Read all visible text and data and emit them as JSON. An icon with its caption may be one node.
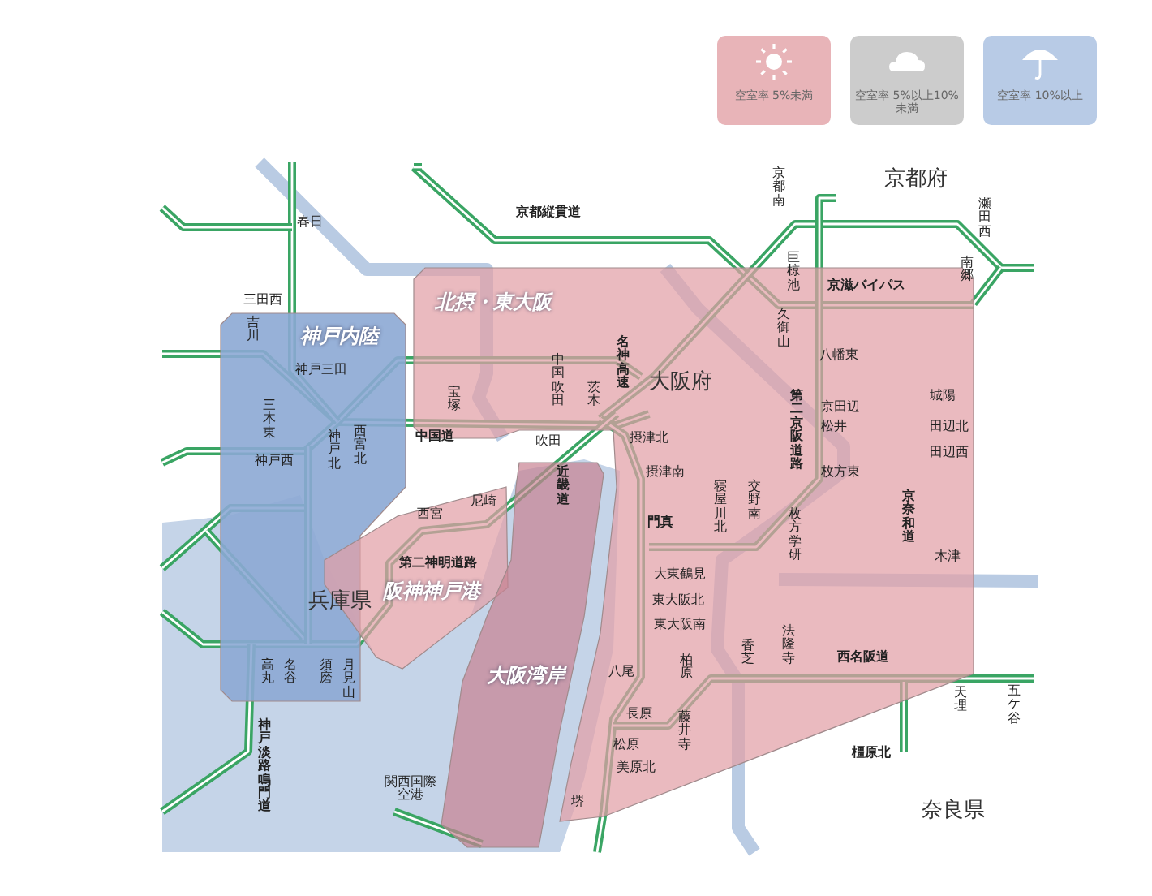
{
  "diagram": {
    "nodes": [
      {
        "text": [
          "神戸内陸"
        ]
      },
      {
        "text": [
          "北摂・東大阪"
        ]
      },
      {
        "text": [
          "阪神神戸港"
        ]
      },
      {
        "text": [
          "大阪湾岸"
        ]
      }
    ],
    "labels": [
      "京都南",
      "京都府",
      "瀬田西",
      "京都縦貫道",
      "春日",
      "巨椋池",
      "南郷",
      "京滋バイパス",
      "三田西",
      "吉川",
      "久御山",
      "名神高速",
      "八幡東",
      "中国吹田",
      "茨木",
      "大阪府",
      "神戸三田",
      "宝塚",
      "第二京阪道路",
      "京田辺",
      "松井",
      "城陽",
      "田辺北",
      "田辺西",
      "三木東",
      "神戸北",
      "西宮北",
      "中国道",
      "吹田",
      "摂津北",
      "神戸西",
      "近畿道",
      "摂津南",
      "寝屋川北",
      "交野南",
      "枚方東",
      "京奈和道",
      "尼崎",
      "西宮",
      "枚方学研",
      "門真",
      "木津",
      "第二神明道路",
      "大東鶴見",
      "兵庫県",
      "東大阪北",
      "東大阪南",
      "法隆寺",
      "香芝",
      "西名阪道",
      "柏原",
      "八尾",
      "高丸",
      "名谷",
      "須磨",
      "月見山",
      "天理",
      "五ケ谷",
      "長原",
      "藤井寺",
      "神戸淡路鳴門道",
      "松原",
      "橿原北",
      "美原北",
      "関西国際空港",
      "堺",
      "奈良県"
    ],
    "legend": [
      {
        "text": "空室率 5%未満",
        "color": "#e8b4b8"
      },
      {
        "text": "空室率 5%以上10%未満",
        "color": "#cccccc"
      },
      {
        "text": "空室率 10%以上",
        "color": "#b8cbe6"
      }
    ]
  }
}
